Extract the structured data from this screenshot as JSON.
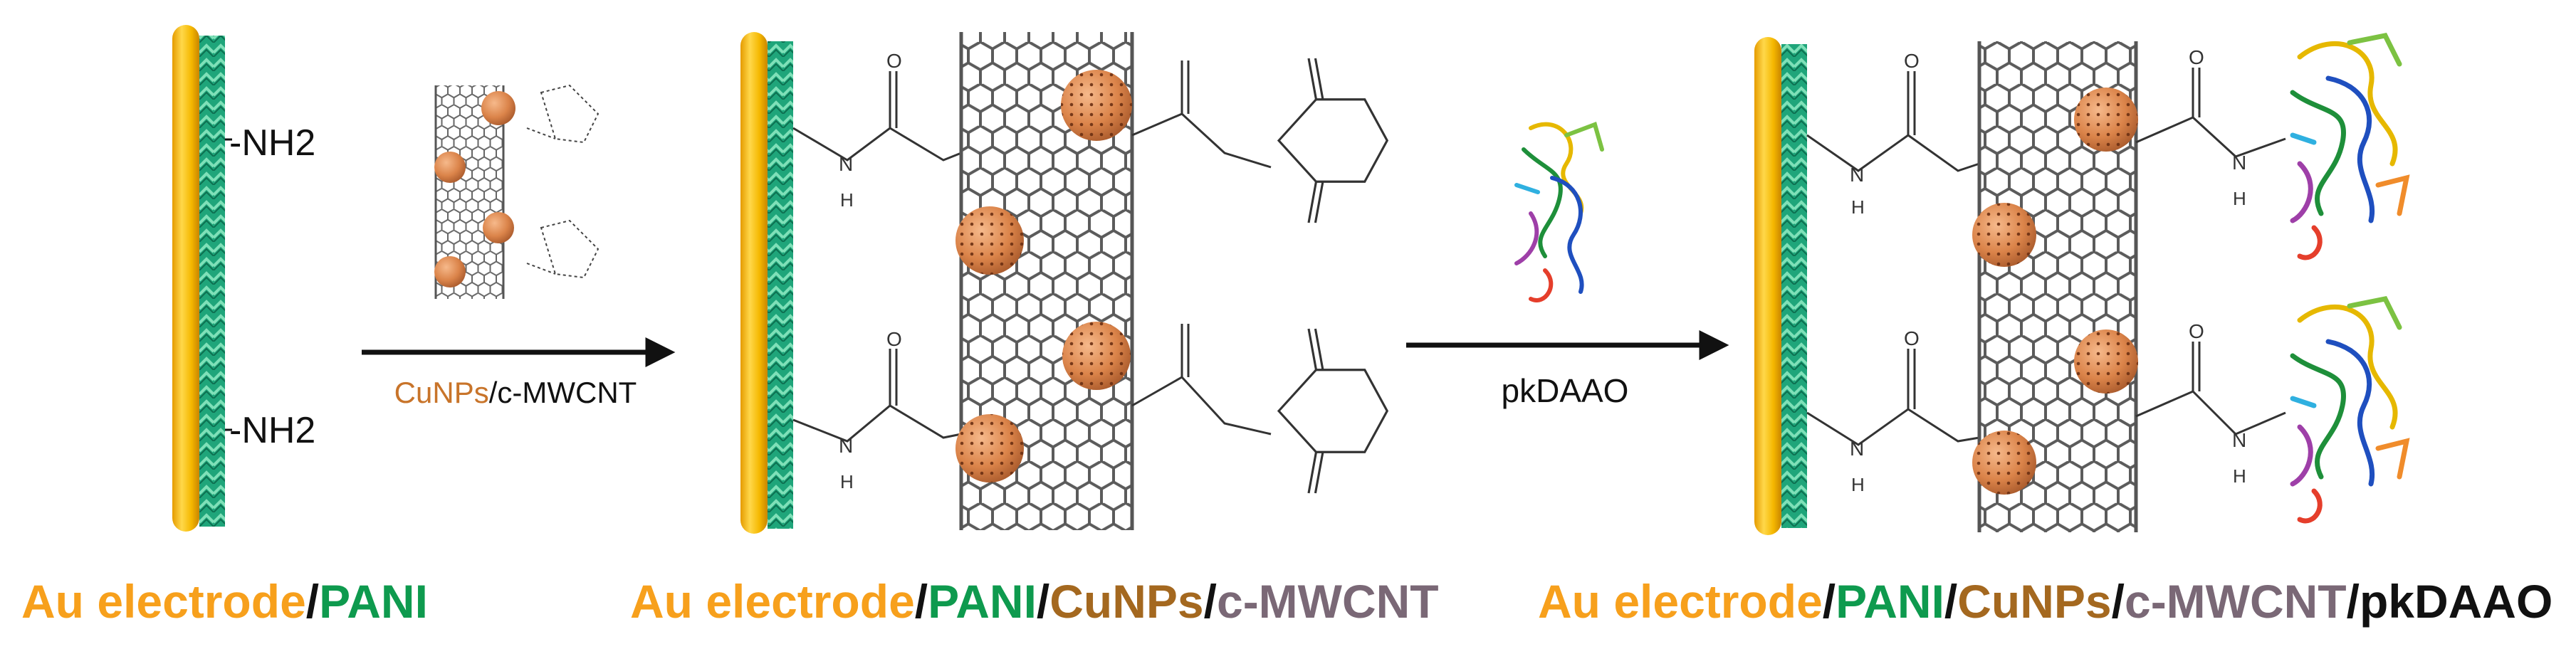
{
  "stage1": {
    "amine_label": "-NH2",
    "caption": {
      "au": "Au electrode",
      "sep1": "/",
      "pani": "PANI"
    }
  },
  "arrow1": {
    "label_cu": "CuNPs",
    "label_sep": "/",
    "label_mw": "c-MWCNT"
  },
  "stage2": {
    "caption": {
      "au": "Au electrode",
      "sep1": "/",
      "pani": "PANI",
      "sep2": "/",
      "cu": "CuNPs",
      "sep3": "/",
      "mw": "c-MWCNT"
    }
  },
  "arrow2": {
    "label": "pkDAAO"
  },
  "stage3": {
    "caption": {
      "au": "Au electrode",
      "sep1": "/",
      "pani": "PANI",
      "sep2": "/",
      "cu": "CuNPs",
      "sep3": "/",
      "mw": "c-MWCNT",
      "sep4": "/",
      "pk": "pkDAAO"
    }
  },
  "chem_labels": {
    "oxygen": "O",
    "nitrogen": "N",
    "hydrogen": "H"
  },
  "colors": {
    "gold": "#F7C010",
    "pani": "#1FA57A",
    "cnt": "#5b5b5b",
    "cunp": "#D9844B",
    "caption_au": "#F7A01C",
    "caption_pani": "#0E9A4E",
    "caption_cu": "#A4681F",
    "caption_mw": "#7A6876"
  }
}
